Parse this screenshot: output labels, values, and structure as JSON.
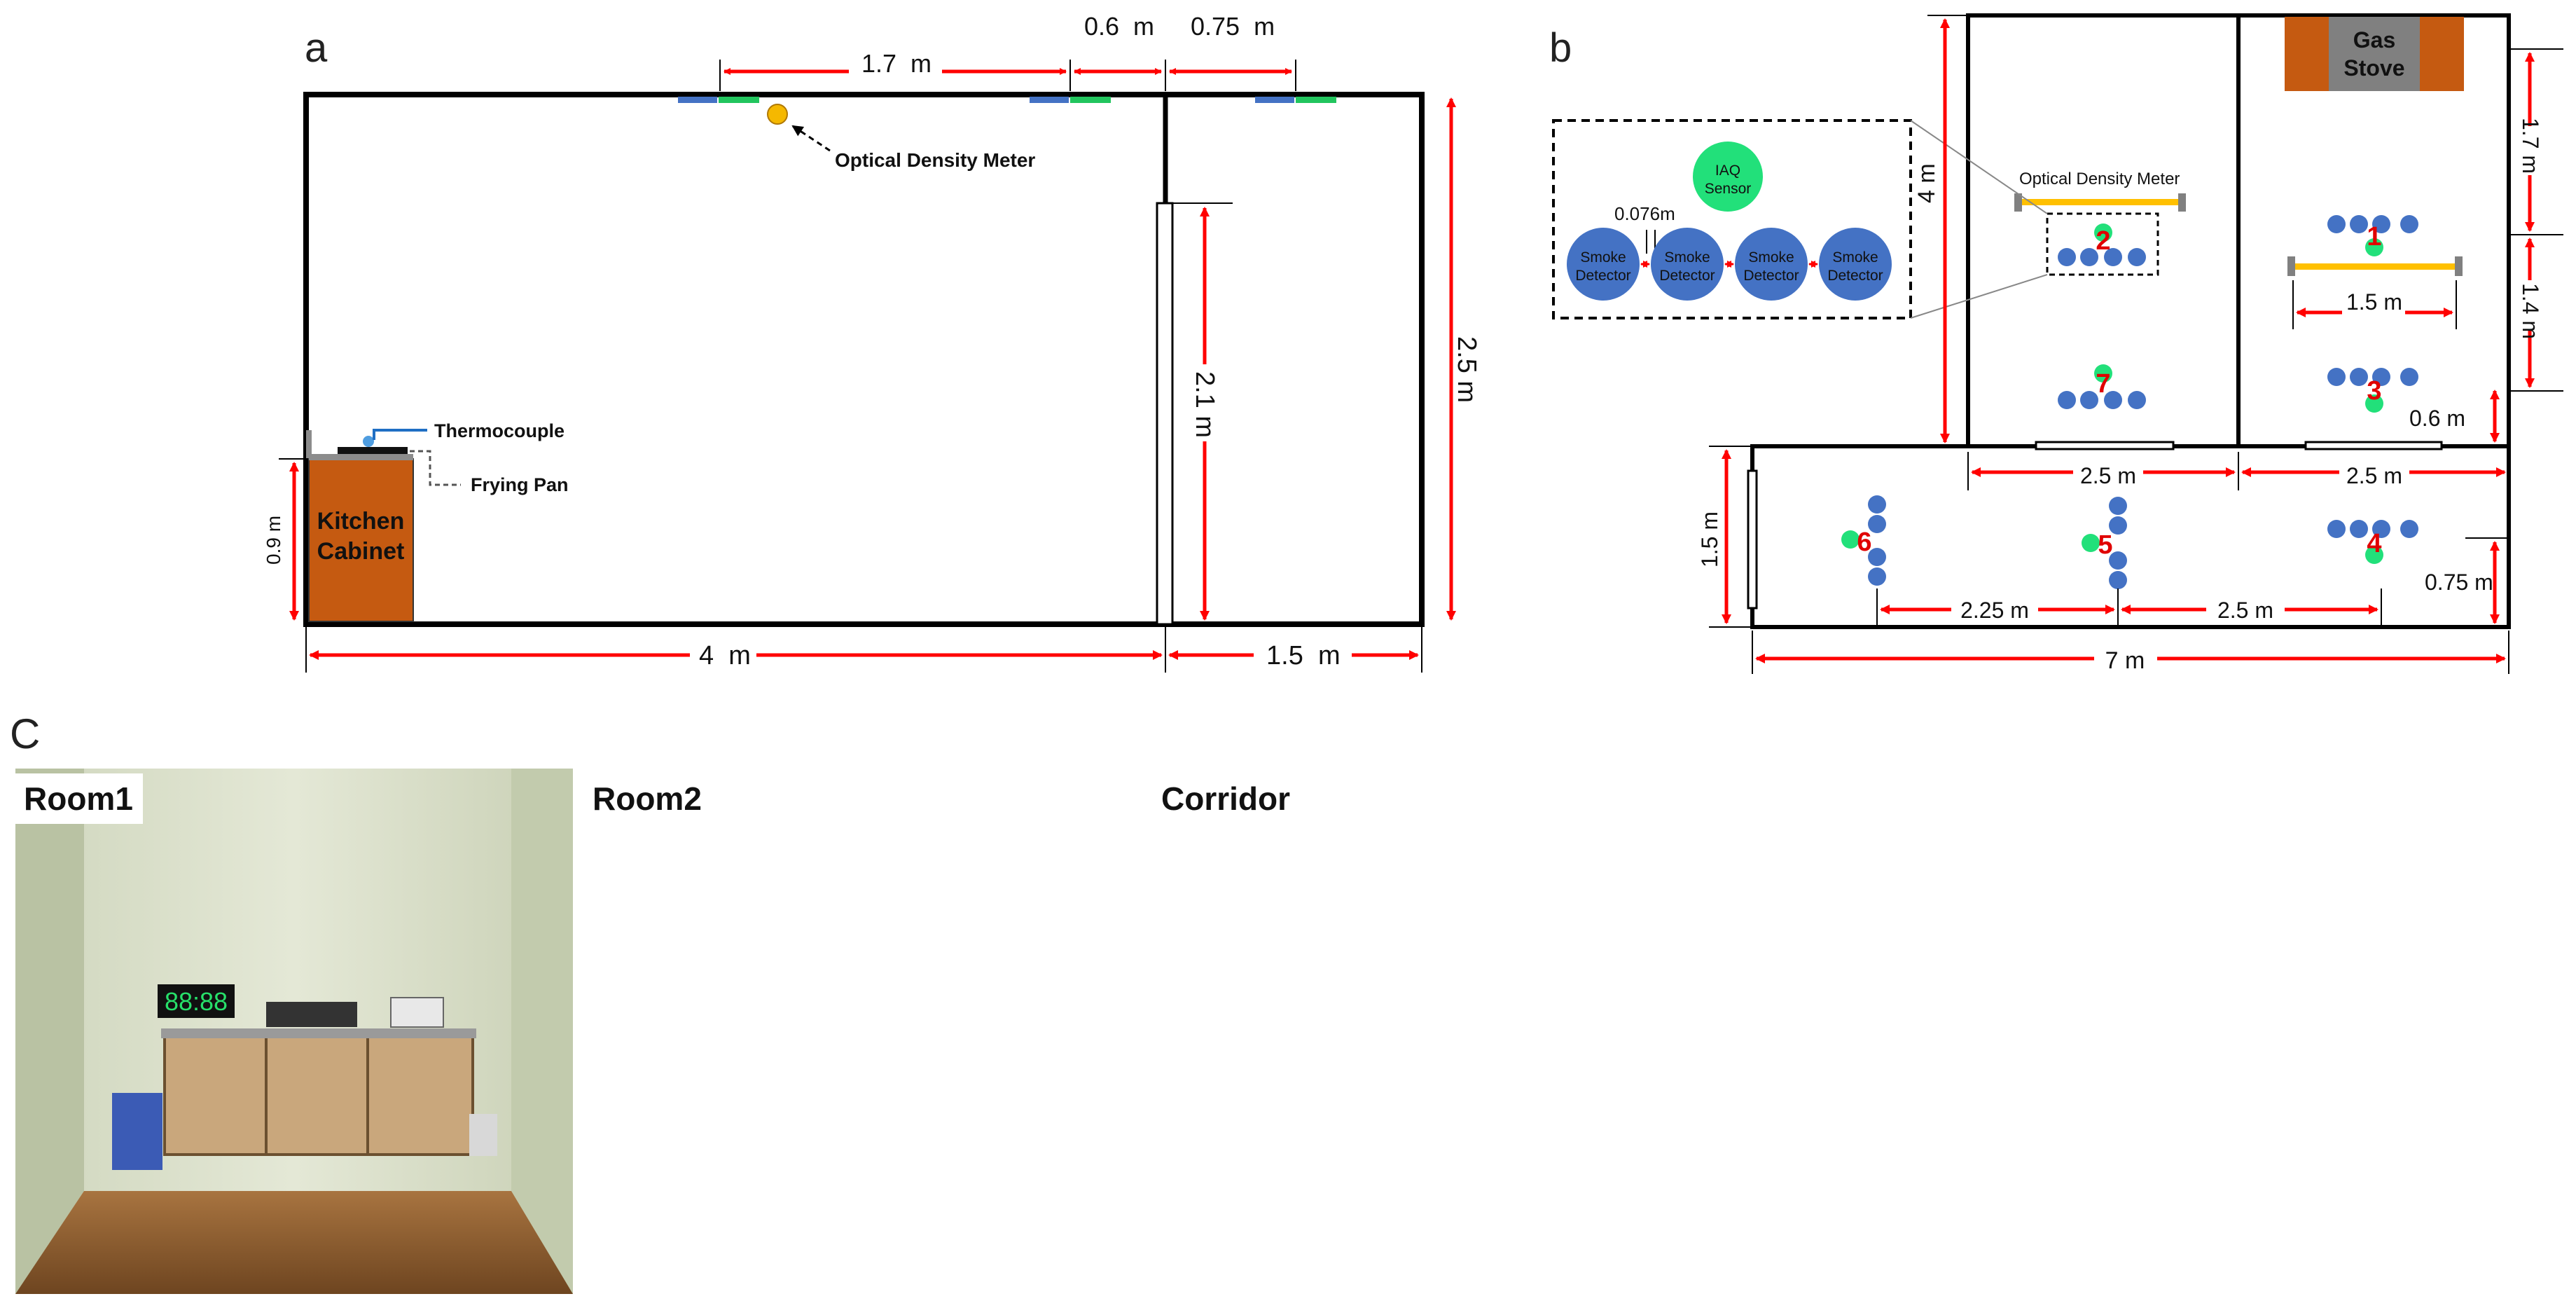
{
  "panel_a": {
    "letter": "a",
    "dims": {
      "top_17": "1.7  m",
      "top_06": "0.6  m",
      "top_075": "0.75  m",
      "right_25": "2.5 m",
      "inner_21": "2.1 m",
      "left_09": "0.9 m",
      "bottom_4": "4  m",
      "bottom_15": "1.5  m"
    },
    "labels": {
      "optical_density_meter": "Optical Density Meter",
      "thermocouple": "Thermocouple",
      "frying_pan": "Frying Pan",
      "kitchen_cabinet_1": "Kitchen",
      "kitchen_cabinet_2": "Cabinet"
    }
  },
  "panel_b": {
    "letter": "b",
    "gas_stove_1": "Gas",
    "gas_stove_2": "Stove",
    "optical_density_meter": "Optical Density Meter",
    "inset": {
      "iaq_1": "IAQ",
      "iaq_2": "Sensor",
      "spacing": "0.076m",
      "smoke_1": "Smoke",
      "smoke_2": "Detector"
    },
    "points": {
      "p1": "1",
      "p2": "2",
      "p3": "3",
      "p4": "4",
      "p5": "5",
      "p6": "6",
      "p7": "7"
    },
    "dims": {
      "left_4": "4 m",
      "right_17": "1.7 m",
      "right_14": "1.4 m",
      "room_15": "1.5 m",
      "side_06": "0.6 m",
      "room2_25": "2.5 m",
      "room1_25": "2.5 m",
      "corr_15": "1.5 m",
      "corr_225": "2.25 m",
      "corr_25": "2.5 m",
      "corr_075": "0.75 m",
      "total_7": "7 m"
    }
  },
  "panel_c": {
    "letter": "C",
    "photos": [
      "Room1",
      "Room2",
      "Corridor"
    ]
  },
  "colors": {
    "dimension": "#ff0000",
    "detector": "#4472c4",
    "sensor": "#22e07a",
    "cabinet": "#c55a11",
    "meter_bar": "#ffc000",
    "wall": "#000000",
    "floor_wood": "#8a5a2b",
    "floor_corridor": "#2e7d3a"
  }
}
